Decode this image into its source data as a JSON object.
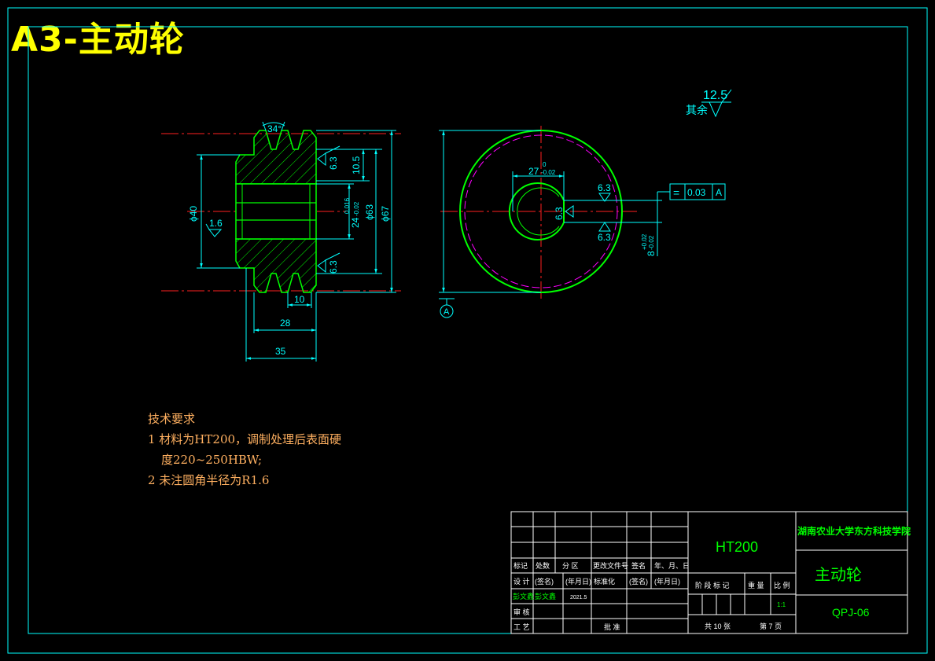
{
  "sheet": {
    "title": "A3-主动轮"
  },
  "dims": {
    "d34": "34°",
    "d10_5": "10.5",
    "d40": "ϕ40",
    "d63": "ϕ63",
    "d67": "ϕ67",
    "d24": "24",
    "d24_upper": "0.016",
    "d24_lower": "-0.02",
    "d10": "10",
    "d28": "28",
    "d35": "35",
    "d27": "27",
    "d27_upper": "0",
    "d27_lower": "-0.02",
    "d8": "8",
    "d8_upper": "+0.02",
    "d8_lower": "-0.02",
    "rough_12_5": "12.5",
    "rough_rest": "其余",
    "rough_6_3": "6.3",
    "rough_1_6": "1.6",
    "tol_symbol": "=",
    "tol_value": "0.03",
    "tol_datum": "A",
    "datum_label": "A"
  },
  "notes": {
    "heading": "技术要求",
    "line1": "1 材料为HT200，调制处理后表面硬",
    "line2": "度220~250HBW;",
    "line3": "2 未注圆角半径为R1.6"
  },
  "titleblock": {
    "material": "HT200",
    "school": "湖南农业大学东方科技学院",
    "part_name": "主动轮",
    "drawing_no": "QPJ-06",
    "h_mark": "标记",
    "h_count": "处数",
    "h_zone": "分 区",
    "h_docno": "更改文件号",
    "h_sign": "签名",
    "h_date": "年、月、日",
    "r_design": "设 计",
    "r_sign1": "(签名)",
    "r_date1": "(年月日)",
    "r_std": "标准化",
    "r_sign2": "(签名)",
    "r_date2": "(年月日)",
    "designer1": "彭文鑫",
    "designer2": "彭文鑫",
    "design_date": "2021.5",
    "r_check": "审 核",
    "r_process": "工 艺",
    "r_approve": "批 准",
    "stage_mark": "阶 段 标 记",
    "weight": "重 量",
    "scale_label": "比 例",
    "scale": "1:1",
    "total_sheets": "共 10 张",
    "sheet_no": "第 7 页"
  }
}
